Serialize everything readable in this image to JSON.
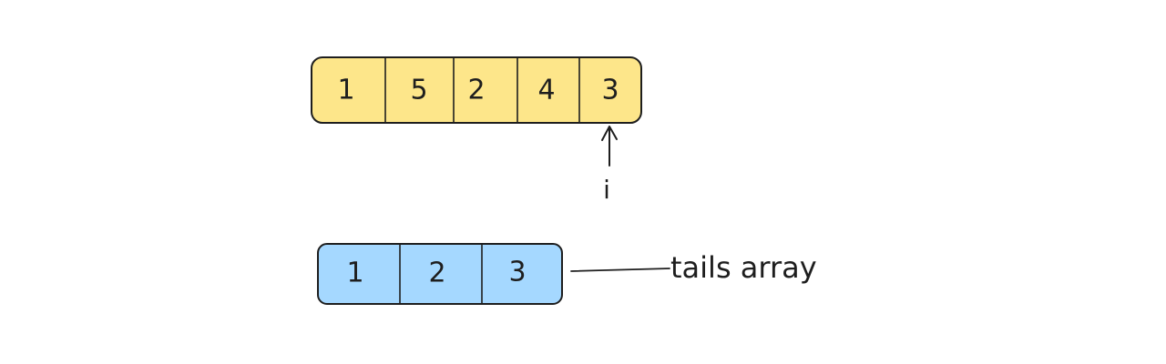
{
  "input_array": {
    "values": [
      "1",
      "5",
      "2",
      "4",
      "3"
    ],
    "fill_color": "#fde68a"
  },
  "pointer": {
    "label": "i",
    "index": 4
  },
  "tails_array": {
    "values": [
      "1",
      "2",
      "3"
    ],
    "fill_color": "#a5d8ff",
    "label": "tails array"
  }
}
